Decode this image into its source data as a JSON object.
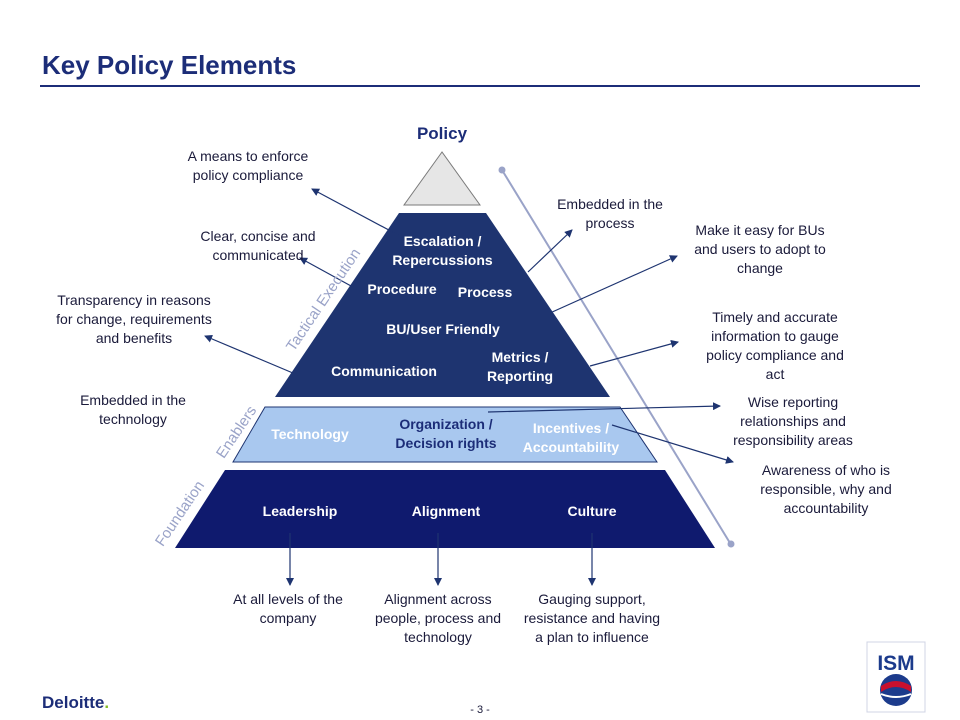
{
  "title": "Key Policy Elements",
  "apex_label": "Policy",
  "side_labels": {
    "tactical": "Tactical Execution",
    "enablers": "Enablers",
    "foundation": "Foundation"
  },
  "top_tier": {
    "escalation": "Escalation / Repercussions",
    "procedure": "Procedure",
    "process": "Process",
    "bu_user": "BU/User Friendly",
    "communication": "Communication",
    "metrics": "Metrics / Reporting"
  },
  "middle_tier": {
    "technology": "Technology",
    "organization": "Organization / Decision rights",
    "incentives": "Incentives / Accountability"
  },
  "bottom_tier": {
    "leadership": "Leadership",
    "alignment": "Alignment",
    "culture": "Culture"
  },
  "left_notes": {
    "enforce": "A means to enforce policy compliance",
    "clear": "Clear, concise and communicated",
    "transparency": "Transparency in reasons for change, requirements and benefits",
    "embedded_tech": "Embedded in the technology"
  },
  "right_notes": {
    "embedded_process": "Embedded in the process",
    "make_easy": "Make it easy for BUs and users to adopt to change",
    "timely": "Timely and accurate information to gauge policy compliance and act",
    "wise": "Wise reporting relationships and responsibility areas",
    "awareness": "Awareness of who is responsible, why and accountability"
  },
  "bottom_notes": {
    "levels": "At all levels of the company",
    "alignment": "Alignment across people, process and technology",
    "gauging": "Gauging support, resistance and having a plan to influence"
  },
  "footer": {
    "brand": "Deloitte",
    "brand_dot": ".",
    "page": "- 3 -",
    "logo_text": "ISM"
  },
  "colors": {
    "top_tier": "#1e3470",
    "middle_tier": "#a9c8ef",
    "bottom_tier": "#0f1a6e",
    "apex": "#e6e6e6",
    "title": "#1c2d78",
    "diag_text": "#9aa3c8"
  }
}
